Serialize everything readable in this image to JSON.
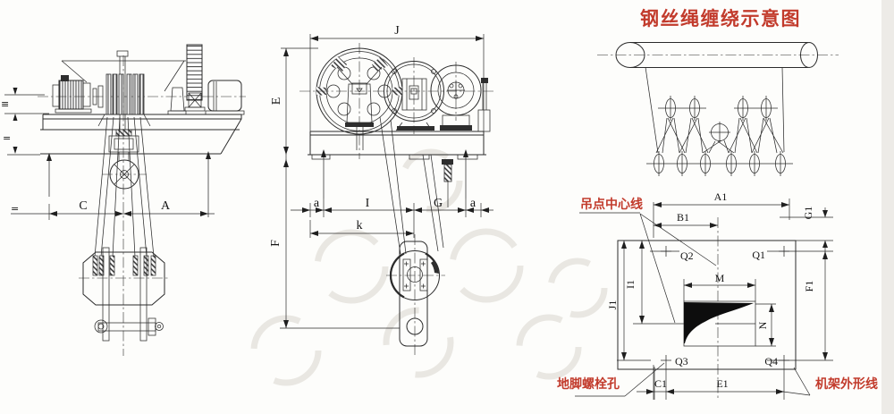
{
  "drawing_type": "hoist-trolley engineering drawing",
  "colors": {
    "ink": "#2b2b2b",
    "red": "#c23b2c",
    "watermark": "#e9e7e2",
    "paper": "#fdfdfb"
  },
  "side_view": {
    "dim_c": "C",
    "dim_a": "A",
    "mark_upper": "≡",
    "mark_lower": "=",
    "mark_break": "="
  },
  "front_view": {
    "dim_j": "J",
    "dim_e": "E",
    "dim_f": "F",
    "dim_k": "k",
    "dim_a_left": "a",
    "dim_i": "I",
    "dim_g": "G",
    "dim_a_right": "a"
  },
  "reeving_diagram": {
    "title": "钢丝绳缠绕示意图"
  },
  "plan_view": {
    "dim_a1": "A1",
    "dim_b1": "B1",
    "dim_c1": "C1",
    "dim_e1": "E1",
    "dim_f1": "F1",
    "dim_g1": "G1",
    "dim_i1": "I1",
    "dim_j1": "J1",
    "dim_m": "M",
    "dim_n": "N",
    "q1": "Q1",
    "q2": "Q2",
    "q3": "Q3",
    "q4": "Q4",
    "callout_lift_center": "吊点中心线",
    "callout_anchor_bolt": "地脚螺栓孔",
    "callout_frame_outline": "机架外形线"
  }
}
